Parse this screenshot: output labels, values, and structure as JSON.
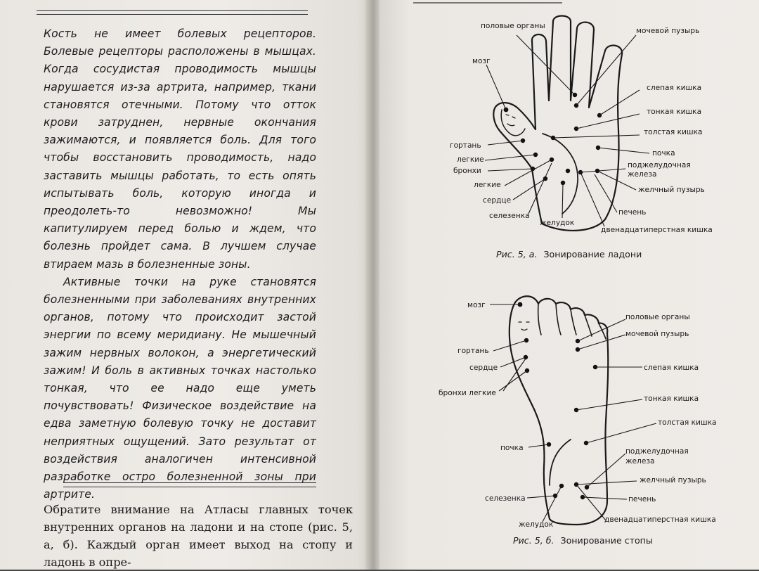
{
  "left_page": {
    "quote_paragraphs": [
      "Кость не имеет болевых рецепторов. Болевые рецепторы расположены в мышцах. Когда сосудистая проводимость мышцы нарушается из-за артрита, например, ткани становятся отечными. Потому что отток крови затруднен, нервные окончания зажимаются, и появляется боль. Для того чтобы восстановить проводимость, надо заставить мышцы работать, то есть опять испытывать боль, которую иногда и преодолеть-то невозможно! Мы капитулируем перед болью и ждем, что болезнь пройдет сама. В лучшем случае втираем мазь в болезненные зоны.",
      "Активные точки на руке становятся болезненными при заболеваниях внутренних органов, потому что происходит застой энергии по всему меридиану. Не мышечный зажим нервных волокон, а энергетический зажим! И боль в активных точках настолько тонкая, что ее надо еще уметь почувствовать! Физическое воздействие на едва заметную болевую точку не доставит неприятных ощущений. Зато результат от воздействия аналогичен интенсивной разработке остро болезненной зоны при артрите."
    ],
    "body_text": "Обратите внимание на Атласы главных точек внутренних органов на ладони и на стопе (рис. 5, а, б). Каждый орган имеет выход на стопу и ладонь в опре-"
  },
  "figure_palm": {
    "caption_prefix": "Рис. 5, а.",
    "caption_title": "Зонирование ладони",
    "labels": {
      "genitals": "половые органы",
      "bladder": "мочевой пузырь",
      "brain": "мозг",
      "cecum": "слепая кишка",
      "small_intestine": "тонкая кишка",
      "colon": "толстая кишка",
      "larynx": "гортань",
      "kidney": "почка",
      "lungs_1": "легкие",
      "bronchi": "бронхи",
      "pancreas_1": "поджелудочная",
      "pancreas_2": "железа",
      "lungs_2": "легкие",
      "gallbladder": "желчный пузырь",
      "heart": "сердце",
      "spleen": "селезенка",
      "liver": "печень",
      "stomach": "желудок",
      "duodenum": "двенадцатиперстная кишка"
    }
  },
  "figure_foot": {
    "caption_prefix": "Рис. 5, б.",
    "caption_title": "Зонирование стопы",
    "labels": {
      "brain": "мозг",
      "genitals": "половые органы",
      "bladder": "мочевой пузырь",
      "larynx": "гортань",
      "heart": "сердце",
      "cecum": "слепая кишка",
      "bronchi_lungs": "бронхи легкие",
      "small_intestine": "тонкая кишка",
      "colon": "толстая кишка",
      "kidney": "почка",
      "pancreas_1": "поджелудочная",
      "pancreas_2": "железа",
      "gallbladder": "желчный пузырь",
      "spleen": "селезенка",
      "liver": "печень",
      "stomach": "желудок",
      "duodenum": "двенадцатиперстная кишка"
    }
  }
}
